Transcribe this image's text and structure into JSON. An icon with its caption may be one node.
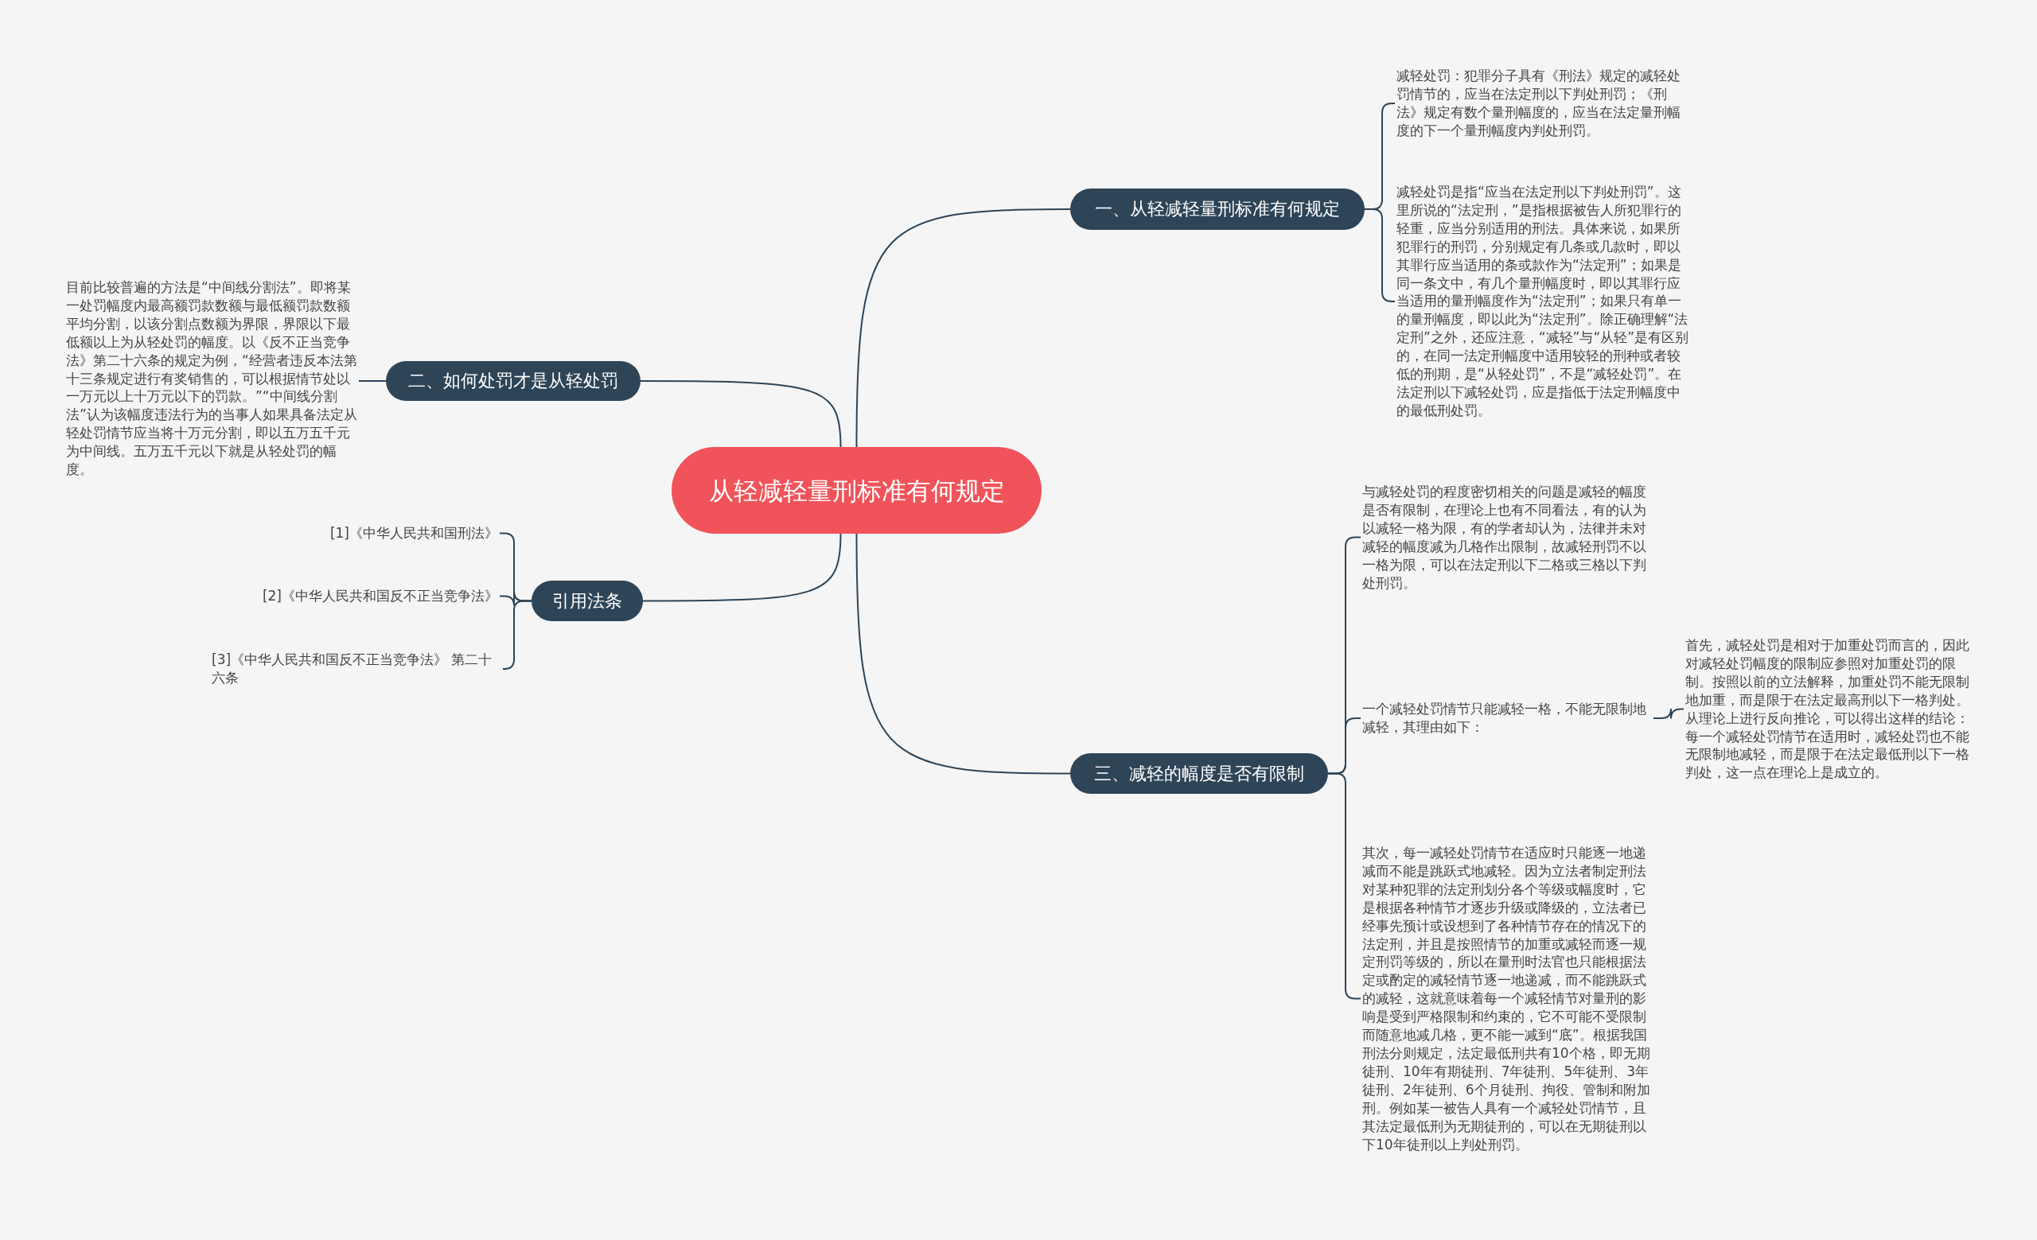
{
  "diagram": {
    "nodes": [
      {
        "text": [
          "从轻减轻量刑标准有何规定"
        ]
      },
      {
        "text": [
          "一、从轻减轻量刑标准有何规定"
        ]
      },
      {
        "text": [
          "减轻处罚：犯罪分子具有《刑法》规定的减轻处罚情节的，应当在法定刑以下判处刑罚；《刑法》规定有数个量刑幅度的，应当在法定量刑幅度的下一个量刑幅度内判处刑罚。"
        ]
      },
      {
        "text": [
          "减轻处罚是指“应当在法定刑以下判处刑罚”。这里所说的“法定刑，”是指根据被告人所犯罪行的轻重，应当分别适用的刑法。具体来说，如果所犯罪行的刑罚，分别规定有几条或几款时，即以其罪行应当适用的条或款作为“法定刑”；如果是同一条文中，有几个量刑幅度时，即以其罪行应当适用的量刑幅度作为“法定刑”；如果只有单一的量刑幅度，即以此为“法定刑”。除正确理解“法定刑”之外，还应注意，“减轻”与“从轻”是有区别的，在同一法定刑幅度中适用较轻的刑种或者较低的刑期，是“从轻处罚”，不是“减轻处罚”。在法定刑以下减轻处罚，应是指低于法定刑幅度中的最低刑处罚。"
        ]
      },
      {
        "text": [
          "二、如何处罚才是从轻处罚"
        ]
      },
      {
        "text": [
          "目前比较普遍的方法是“中间线分割法”。即将某一处罚幅度内最高额罚款数额与最低额罚款数额平均分割，以该分割点数额为界限，界限以下最低额以上为从轻处罚的幅度。以《反不正当竞争法》第二十六条的规定为例，“经营者违反本法第十三条规定进行有奖销售的，可以根据情节处以一万元以上十万元以下的罚款。”“中间线分割法”认为该幅度违法行为的当事人如果具备法定从轻处罚情节应当将十万元分割，即以五万五千元为中间线。五万五千元以下就是从轻处罚的幅度。"
        ]
      },
      {
        "text": [
          "引用法条"
        ]
      },
      {
        "text": [
          "[1]《中华人民共和国刑法》"
        ]
      },
      {
        "text": [
          "[2]《中华人民共和国反不正当竞争法》"
        ]
      },
      {
        "text": [
          "[3]《中华人民共和国反不正当竞争法》 第二十六条"
        ]
      },
      {
        "text": [
          "三、减轻的幅度是否有限制"
        ]
      },
      {
        "text": [
          "与减轻处罚的程度密切相关的问题是减轻的幅度是否有限制，在理论上也有不同看法，有的认为以减轻一格为限，有的学者却认为，法律并未对减轻的幅度减为几格作出限制，故减轻刑罚不以一格为限，可以在法定刑以下二格或三格以下判处刑罚。"
        ]
      },
      {
        "text": [
          "一个减轻处罚情节只能减轻一格，不能无限制地减轻，其理由如下："
        ]
      },
      {
        "text": [
          "首先，减轻处罚是相对于加重处罚而言的，因此对减轻处罚幅度的限制应参照对加重处罚的限制。按照以前的立法解释，加重处罚不能无限制地加重，而是限于在法定最高刑以下一格判处。从理论上进行反向推论，可以得出这样的结论：每一个减轻处罚情节在适用时，减轻处罚也不能无限制地减轻，而是限于在法定最低刑以下一格判处，这一点在理论上是成立的。"
        ]
      },
      {
        "text": [
          "其次，每一减轻处罚情节在适应时只能逐一地递减而不能是跳跃式地减轻。因为立法者制定刑法对某种犯罪的法定刑划分各个等级或幅度时，它是根据各种情节才逐步升级或降级的，立法者已经事先预计或设想到了各种情节存在的情况下的法定刑，并且是按照情节的加重或减轻而逐一规定刑罚等级的，所以在量刑时法官也只能根据法定或酌定的减轻情节逐一地递减，而不能跳跃式的减轻，这就意味着每一个减轻情节对量刑的影响是受到严格限制和约束的，它不可能不受限制而随意地减几格，更不能一减到“底”。根据我国刑法分则规定，法定最低刑共有10个格，即无期徒刑、10年有期徒刑、7年徒刑、5年徒刑、3年徒刑、2年徒刑、6个月徒刑、拘役、管制和附加刑。例如某一被告人具有一个减轻处罚情节，且其法定最低刑为无期徒刑的，可以在无期徒刑以下10年徒刑以上判处刑罚。"
        ]
      }
    ],
    "edges": [
      {
        "from": 0,
        "to": 1,
        "arrow": "none"
      },
      {
        "from": 0,
        "to": 4,
        "arrow": "none"
      },
      {
        "from": 0,
        "to": 6,
        "arrow": "none"
      },
      {
        "from": 0,
        "to": 10,
        "arrow": "none"
      },
      {
        "from": 1,
        "to": 2,
        "arrow": "none"
      },
      {
        "from": 1,
        "to": 3,
        "arrow": "none"
      },
      {
        "from": 4,
        "to": 5,
        "arrow": "none"
      },
      {
        "from": 6,
        "to": 7,
        "arrow": "none"
      },
      {
        "from": 6,
        "to": 8,
        "arrow": "none"
      },
      {
        "from": 6,
        "to": 9,
        "arrow": "none"
      },
      {
        "from": 10,
        "to": 11,
        "arrow": "none"
      },
      {
        "from": 10,
        "to": 12,
        "arrow": "none"
      },
      {
        "from": 10,
        "to": 14,
        "arrow": "none"
      },
      {
        "from": 12,
        "to": 13,
        "arrow": "none"
      }
    ]
  }
}
